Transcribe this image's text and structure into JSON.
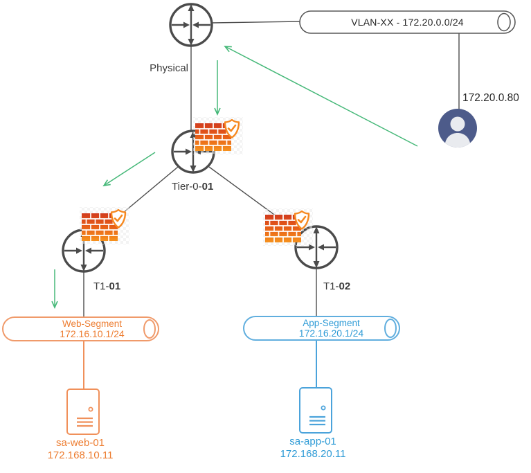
{
  "diagram": {
    "physical_label": "Physical",
    "vlan": {
      "label": "VLAN-XX -  172.20.0.0/24"
    },
    "user": {
      "ip": "172.20.0.80"
    },
    "tier0": {
      "prefix": "Tier-0-",
      "id": "01"
    },
    "t1_web": {
      "prefix": "T1-",
      "id": "01"
    },
    "t1_app": {
      "prefix": "T1-",
      "id": "02"
    },
    "web_segment": {
      "name": "Web-Segment",
      "gateway": "172.16.10.1/24"
    },
    "app_segment": {
      "name": "App-Segment",
      "gateway": "172.16.20.1/24"
    },
    "web_vm": {
      "name": "sa-web-01",
      "ip": "172.168.10.11"
    },
    "app_vm": {
      "name": "sa-app-01",
      "ip": "172.168.20.11"
    },
    "colors": {
      "traffic_green": "#45B878",
      "web_orange": "#ED7D31",
      "app_blue": "#2E9BD6",
      "line_dark": "#4D4D4D",
      "avatar_navy": "#4D5B8A",
      "firewall_orange": "#F6921E"
    },
    "icons": {
      "router": "router-icon",
      "firewall": "firewall-icon",
      "shield": "shield-check-icon",
      "segment": "segment-cylinder-icon",
      "vm": "vm-icon",
      "user": "user-avatar-icon",
      "arrow": "traffic-arrow-icon"
    }
  }
}
